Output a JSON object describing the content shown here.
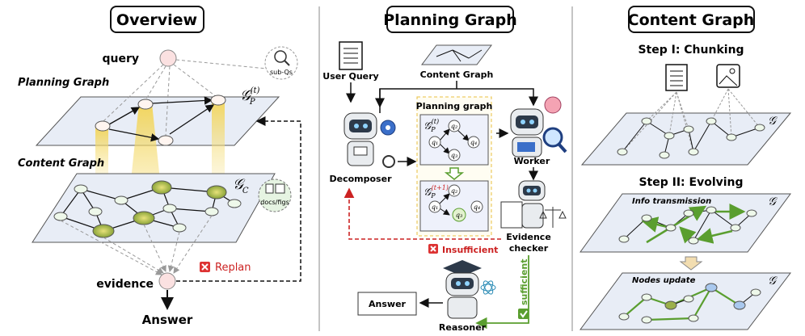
{
  "overview": {
    "title": "Overview",
    "query": "query",
    "planning_graph": "Planning Graph",
    "content_graph": "Content Graph",
    "sub_qs": "sub-Qs",
    "docs_figs": "docs/figs",
    "evidence": "evidence",
    "replan": "Replan",
    "answer": "Answer",
    "gp_symbol": "𝒢",
    "gp_sub": "P",
    "gp_sup": "(t)",
    "gc_symbol": "𝒢",
    "gc_sub": "C"
  },
  "planning": {
    "title": "Planning Graph",
    "user_query": "User Query",
    "content_graph": "Content Graph",
    "planning_graph_box": "Planning graph",
    "decomposer": "Decomposer",
    "worker": "Worker",
    "evidence_checker_1": "Evidence",
    "evidence_checker_2": "checker",
    "insufficient": "Insufficient",
    "sufficient": "sufficient",
    "reasoner": "Reasoner",
    "answer": "Answer",
    "gp_t_sup": "(t)",
    "gp_t1_sup": "(t+1)",
    "q1": "q₁",
    "q2": "q₂",
    "q3": "q₃",
    "q4": "q₄"
  },
  "content": {
    "title": "Content Graph",
    "step1": "Step I: Chunking",
    "step2": "Step II: Evolving",
    "info_transmission": "Info transmission",
    "nodes_update": "Nodes update",
    "g_symbol": "𝒢"
  },
  "colors": {
    "accent_red": "#cc2222",
    "accent_green": "#5a9e2f",
    "node_green": "#9bb04a",
    "node_blue": "#a9c8ee",
    "plane_fill": "#e8edf6"
  }
}
